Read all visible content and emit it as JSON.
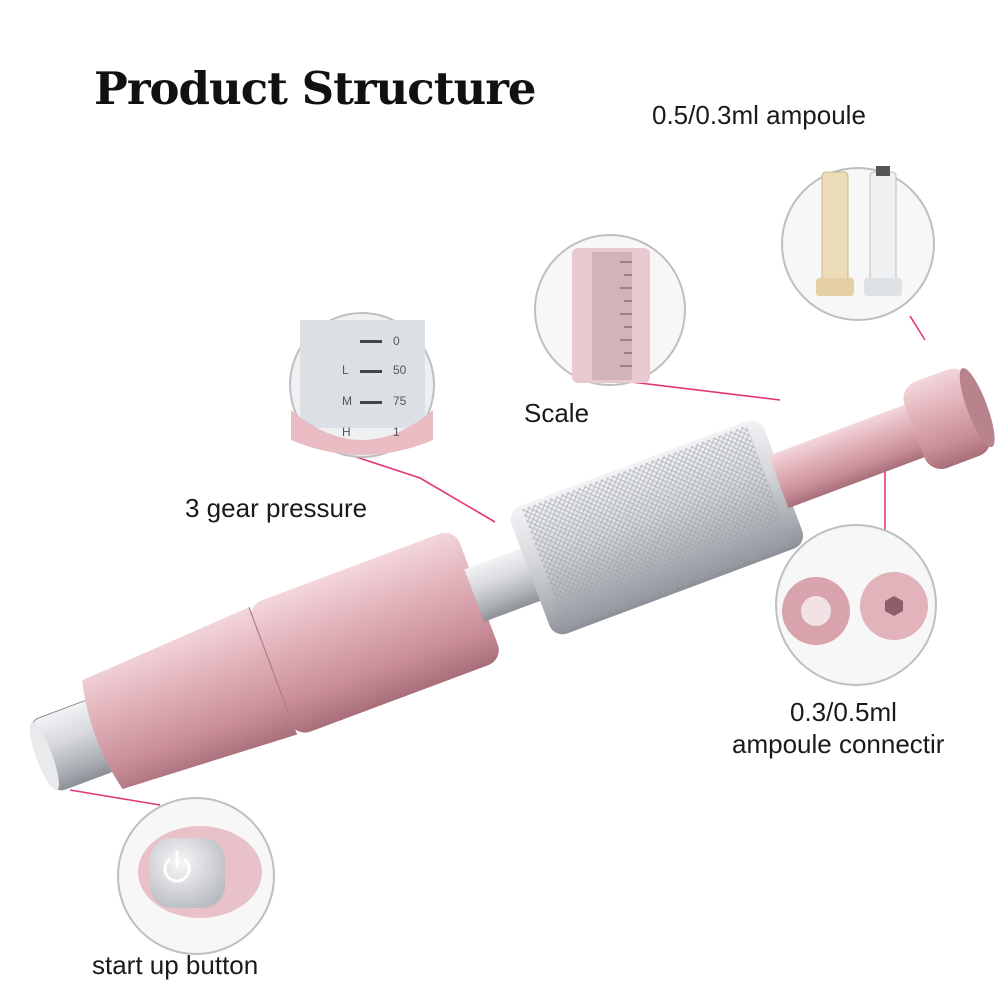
{
  "title": "Product Structure",
  "labels": {
    "ampoule": "0.5/0.3ml ampoule",
    "scale": "Scale",
    "gear_pressure": "3 gear pressure",
    "connector_line1": "0.3/0.5ml",
    "connector_line2": "ampoule connectir",
    "start_button": "start up button"
  },
  "gear_marks": [
    "L",
    "M",
    "H"
  ],
  "gear_values": [
    "0",
    "50",
    "75",
    "1"
  ],
  "colors": {
    "rose_gold": "#d9a3ad",
    "silver": "#c9ccd0",
    "leader_line": "#e2367c",
    "circle_border": "#bfbfbf"
  }
}
